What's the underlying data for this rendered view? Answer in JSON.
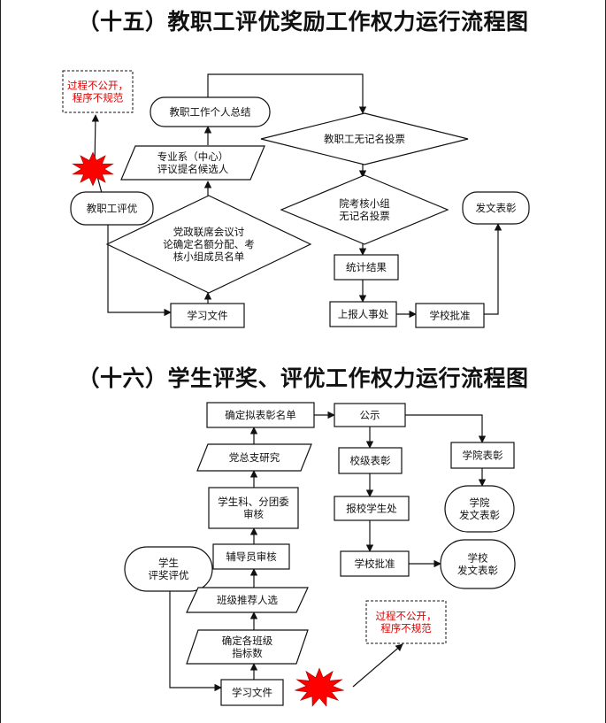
{
  "section1": {
    "title": "（十五）教职工评优奖励工作权力运行流程图",
    "nodes": {
      "warn": [
        "过程不公开，",
        "程序不规范"
      ],
      "summary": [
        "教职工作个人总结"
      ],
      "dept_nominate": [
        "专业系（中心）",
        "评议提名候选人"
      ],
      "staff_eval": [
        "教职工评优"
      ],
      "party_meeting": [
        "党政联席会议讨",
        "论确定名额分配、考",
        "核小组成员名单"
      ],
      "study_docs": [
        "学习文件"
      ],
      "anon_vote": [
        "教职工无记名投票"
      ],
      "panel_vote": [
        "院考核小组",
        "无记名投票"
      ],
      "publish": [
        "发文表彰"
      ],
      "tally": [
        "统计结果"
      ],
      "report_hr": [
        "上报人事处"
      ],
      "school_approve": [
        "学校批准"
      ]
    }
  },
  "section2": {
    "title": "（十六）学生评奖、评优工作权力运行流程图",
    "nodes": {
      "confirm_list": [
        "确定拟表彰名单"
      ],
      "announce": [
        "公示"
      ],
      "party_branch": [
        "党总支研究"
      ],
      "school_commend": [
        "校级表彰"
      ],
      "college_commend": [
        "学院表彰"
      ],
      "student_office": [
        "学生科、分团委",
        "审核"
      ],
      "report_student_dept": [
        "报校学生处"
      ],
      "college_publish": [
        "学院",
        "发文表彰"
      ],
      "counselor_review": [
        "辅导员审核"
      ],
      "school_approve": [
        "学校批准"
      ],
      "school_publish": [
        "学校",
        "发文表彰"
      ],
      "student_eval": [
        "学生",
        "评奖评优"
      ],
      "class_recommend": [
        "班级推荐人选"
      ],
      "quota": [
        "确定各班级",
        "指标数"
      ],
      "study_docs": [
        "学习文件"
      ],
      "warn": [
        "过程不公开，",
        "程序不规范"
      ]
    }
  },
  "colors": {
    "line": "#111111",
    "warning_text": "#e00000",
    "burst": "#ff0000",
    "background": "#ffffff"
  }
}
